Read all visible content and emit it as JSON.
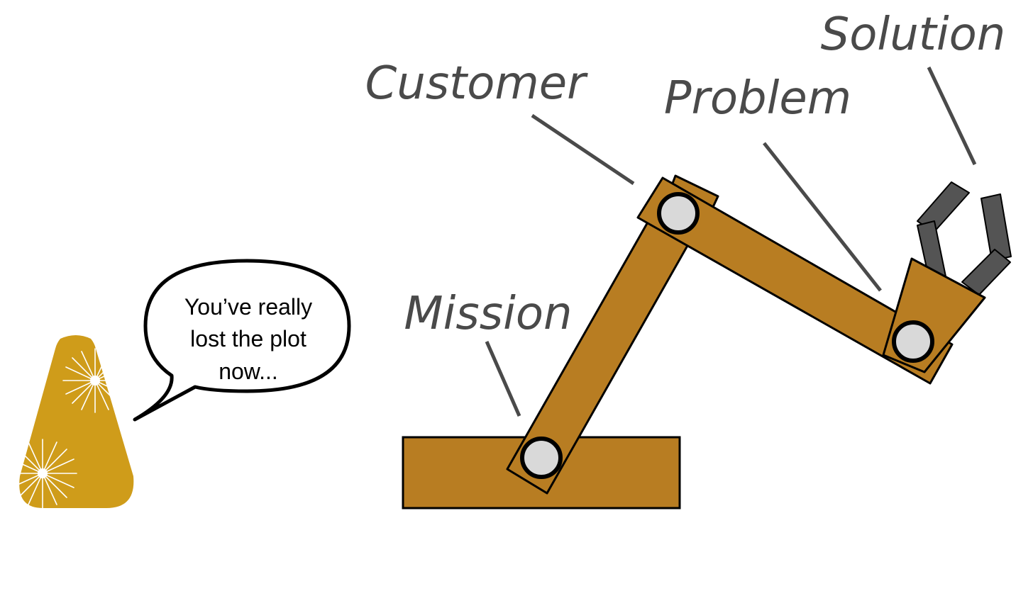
{
  "labels": {
    "solution": "Solution",
    "customer": "Customer",
    "problem": "Problem",
    "mission": "Mission"
  },
  "speech_bubble": {
    "line1": "You’ve really",
    "line2": "lost the plot",
    "line3": "now..."
  },
  "colors": {
    "arm": "#b87d22",
    "base": "#b87d22",
    "gripper": "#545454",
    "pivot": "#d9d9d9",
    "label": "#4a4a4a",
    "pawn": "#cf9c1a",
    "outline": "#000000"
  },
  "icons": {
    "pawn": "gold-pawn-icon",
    "sparkle": "sparkle-icon"
  }
}
